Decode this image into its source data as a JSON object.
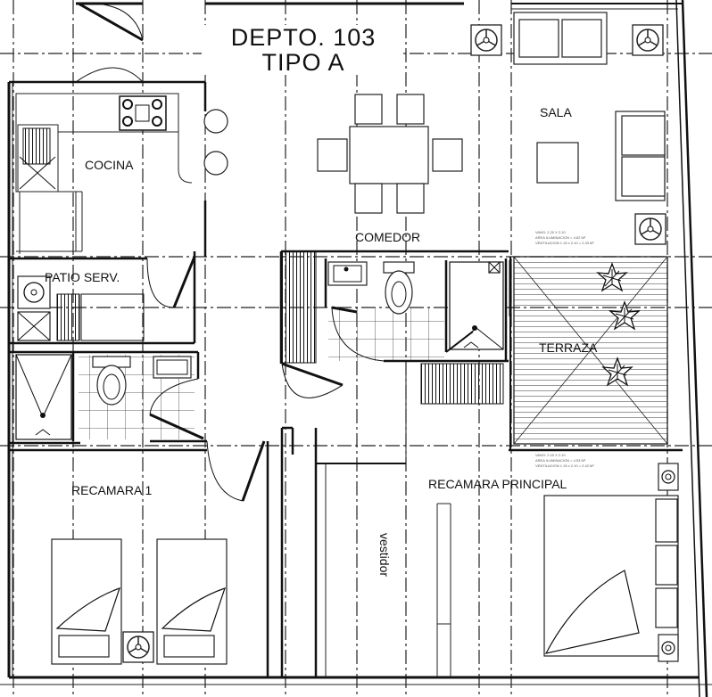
{
  "title": {
    "line1": "DEPTO. 103",
    "line2": "TIPO A"
  },
  "rooms": {
    "cocina": "COCINA",
    "sala": "SALA",
    "comedor": "COMEDOR",
    "patio_serv": "PATIO SERV.",
    "terraza": "TERRAZA",
    "recamara1": "RECAMARA 1",
    "recamara_principal": "RECAMARA PRINCIPAL",
    "vestidor": "vestidor"
  },
  "notes": {
    "sala_note": [
      "VANO: 2.20 X 2.10",
      "AREA ILUMINACION = 4.62 M²",
      "VENTILACION 1.15 x 2.10 = 2.33 M²"
    ],
    "recamara_note": [
      "VANO: 2.20 X 2.10",
      "AREA ILUMINACION = 4.53 M²",
      "VENTILACION 1.15 x 2.10 = 2.42 M²"
    ]
  },
  "colors": {
    "line": "#111111",
    "background": "#ffffff"
  }
}
